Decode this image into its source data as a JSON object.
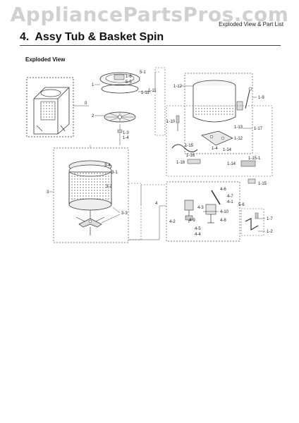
{
  "watermark": "AppliancePartsPros.com",
  "header_note": "Exploded View & Part List",
  "section": {
    "number": "4.",
    "title": "Assy Tub & Basket Spin"
  },
  "subtitle": "Exploded View",
  "callouts": {
    "c0": "0",
    "c1": "1",
    "c2": "2",
    "c3": "3",
    "c4": "4",
    "c5_1": "5-1",
    "c1_8": "1-8",
    "c5_5": "5-5",
    "c1_11": "1-11",
    "c1_11b": "1-11",
    "c1_3": "1-3",
    "c1_4": "1-4",
    "c1_12": "1-12",
    "c1_9": "1-9",
    "c1_10": "1-10",
    "c1_17": "1-17",
    "c1_13": "1-13",
    "c1_12b": "1-12",
    "c1_14": "1-14",
    "c1_15": "1-15",
    "c1_16": "1-16",
    "c1_14b": "1-14",
    "c1_15_1": "1-15-1",
    "c1_15b": "1-15",
    "c1_18": "1-18",
    "c1_4b": "1-4",
    "c3_4": "3-4",
    "c3_1": "3-1",
    "c3_2": "3-2",
    "c3_3": "3-3",
    "c4_6": "4-6",
    "c4_7": "4-7",
    "c4_1": "4-1",
    "c4_3": "4-3",
    "c4_10": "4-10",
    "c4_8": "4-8",
    "c4_2": "4-2",
    "c4_9": "4-9",
    "c4_5": "4-5",
    "c4_4": "4-4",
    "c5_6": "5-6",
    "c1_7": "1-7",
    "c1_2": "1-2"
  }
}
